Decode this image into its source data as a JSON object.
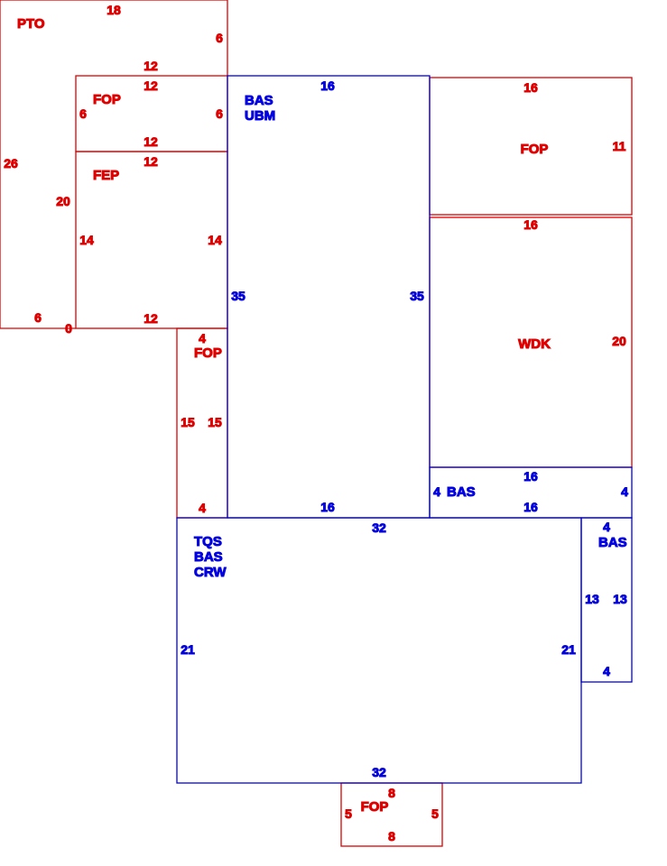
{
  "colors": {
    "red": "#e00000",
    "blue": "#0000e0"
  },
  "areas": {
    "pto": {
      "code": "PTO",
      "top": "18",
      "right": "6",
      "left": "26",
      "inner": "20",
      "bottom_left": "6",
      "bottom_zero": "0"
    },
    "fop_upper_left": {
      "code": "FOP",
      "top_outer": "12",
      "top": "12",
      "left": "6",
      "right": "6",
      "bottom": "12"
    },
    "fep": {
      "code": "FEP",
      "top": "12",
      "left": "14",
      "right": "14",
      "bottom": "12"
    },
    "fop_narrow": {
      "code": "FOP",
      "top": "4",
      "left": "15",
      "right": "15",
      "bottom": "4"
    },
    "bas_ubm": {
      "code1": "BAS",
      "code2": "UBM",
      "top": "16",
      "left": "35",
      "right": "35",
      "bottom": "16"
    },
    "fop_upper_right": {
      "code": "FOP",
      "top": "16",
      "right": "11"
    },
    "wdk": {
      "code": "WDK",
      "top": "16",
      "right": "20"
    },
    "bas_strip": {
      "code": "BAS",
      "top": "16",
      "left": "4",
      "right": "4",
      "bottom": "16"
    },
    "tqs": {
      "code1": "TQS",
      "code2": "BAS",
      "code3": "CRW",
      "top": "32",
      "left": "21",
      "right": "21",
      "bottom": "32"
    },
    "bas_side": {
      "code": "BAS",
      "top": "4",
      "left": "13",
      "right": "13",
      "bottom": "4"
    },
    "fop_bottom": {
      "code": "FOP",
      "top": "8",
      "left": "5",
      "right": "5",
      "bottom": "8"
    }
  }
}
